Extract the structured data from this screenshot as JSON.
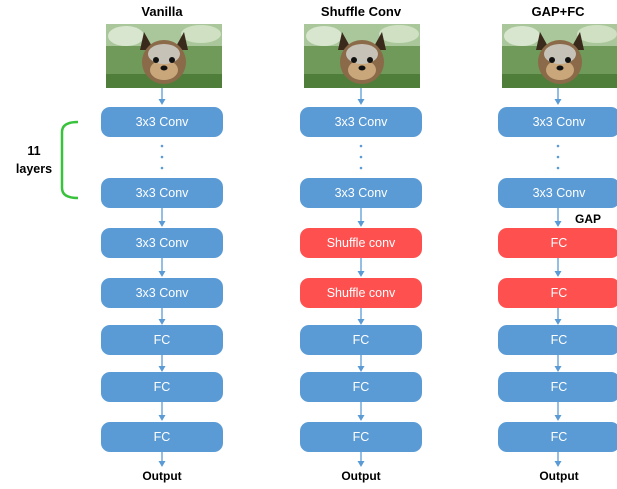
{
  "columns": [
    {
      "title": "Vanilla",
      "layers_top": [
        "3x3 Conv",
        "3x3 Conv"
      ],
      "layers_mid": [
        "3x3 Conv",
        "3x3 Conv"
      ],
      "layers_fc": [
        "FC",
        "FC",
        "FC"
      ],
      "output": "Output"
    },
    {
      "title": "Shuffle Conv",
      "layers_top": [
        "3x3 Conv",
        "3x3 Conv"
      ],
      "layers_mid": [
        "Shuffle conv",
        "Shuffle conv"
      ],
      "layers_fc": [
        "FC",
        "FC",
        "FC"
      ],
      "output": "Output"
    },
    {
      "title": "GAP+FC",
      "layers_top": [
        "3x3 Conv",
        "3x3 Conv"
      ],
      "layers_mid": [
        "FC",
        "FC"
      ],
      "layers_fc": [
        "FC",
        "FC",
        "FC"
      ],
      "output": "Output",
      "gap_label": "GAP"
    }
  ],
  "brace_label": [
    "11",
    "layers"
  ],
  "colors": {
    "conv_block": "#5b9bd5",
    "highlight_block": "#ff5050",
    "brace": "#39c23c",
    "arrow": "#5b9bd5"
  }
}
